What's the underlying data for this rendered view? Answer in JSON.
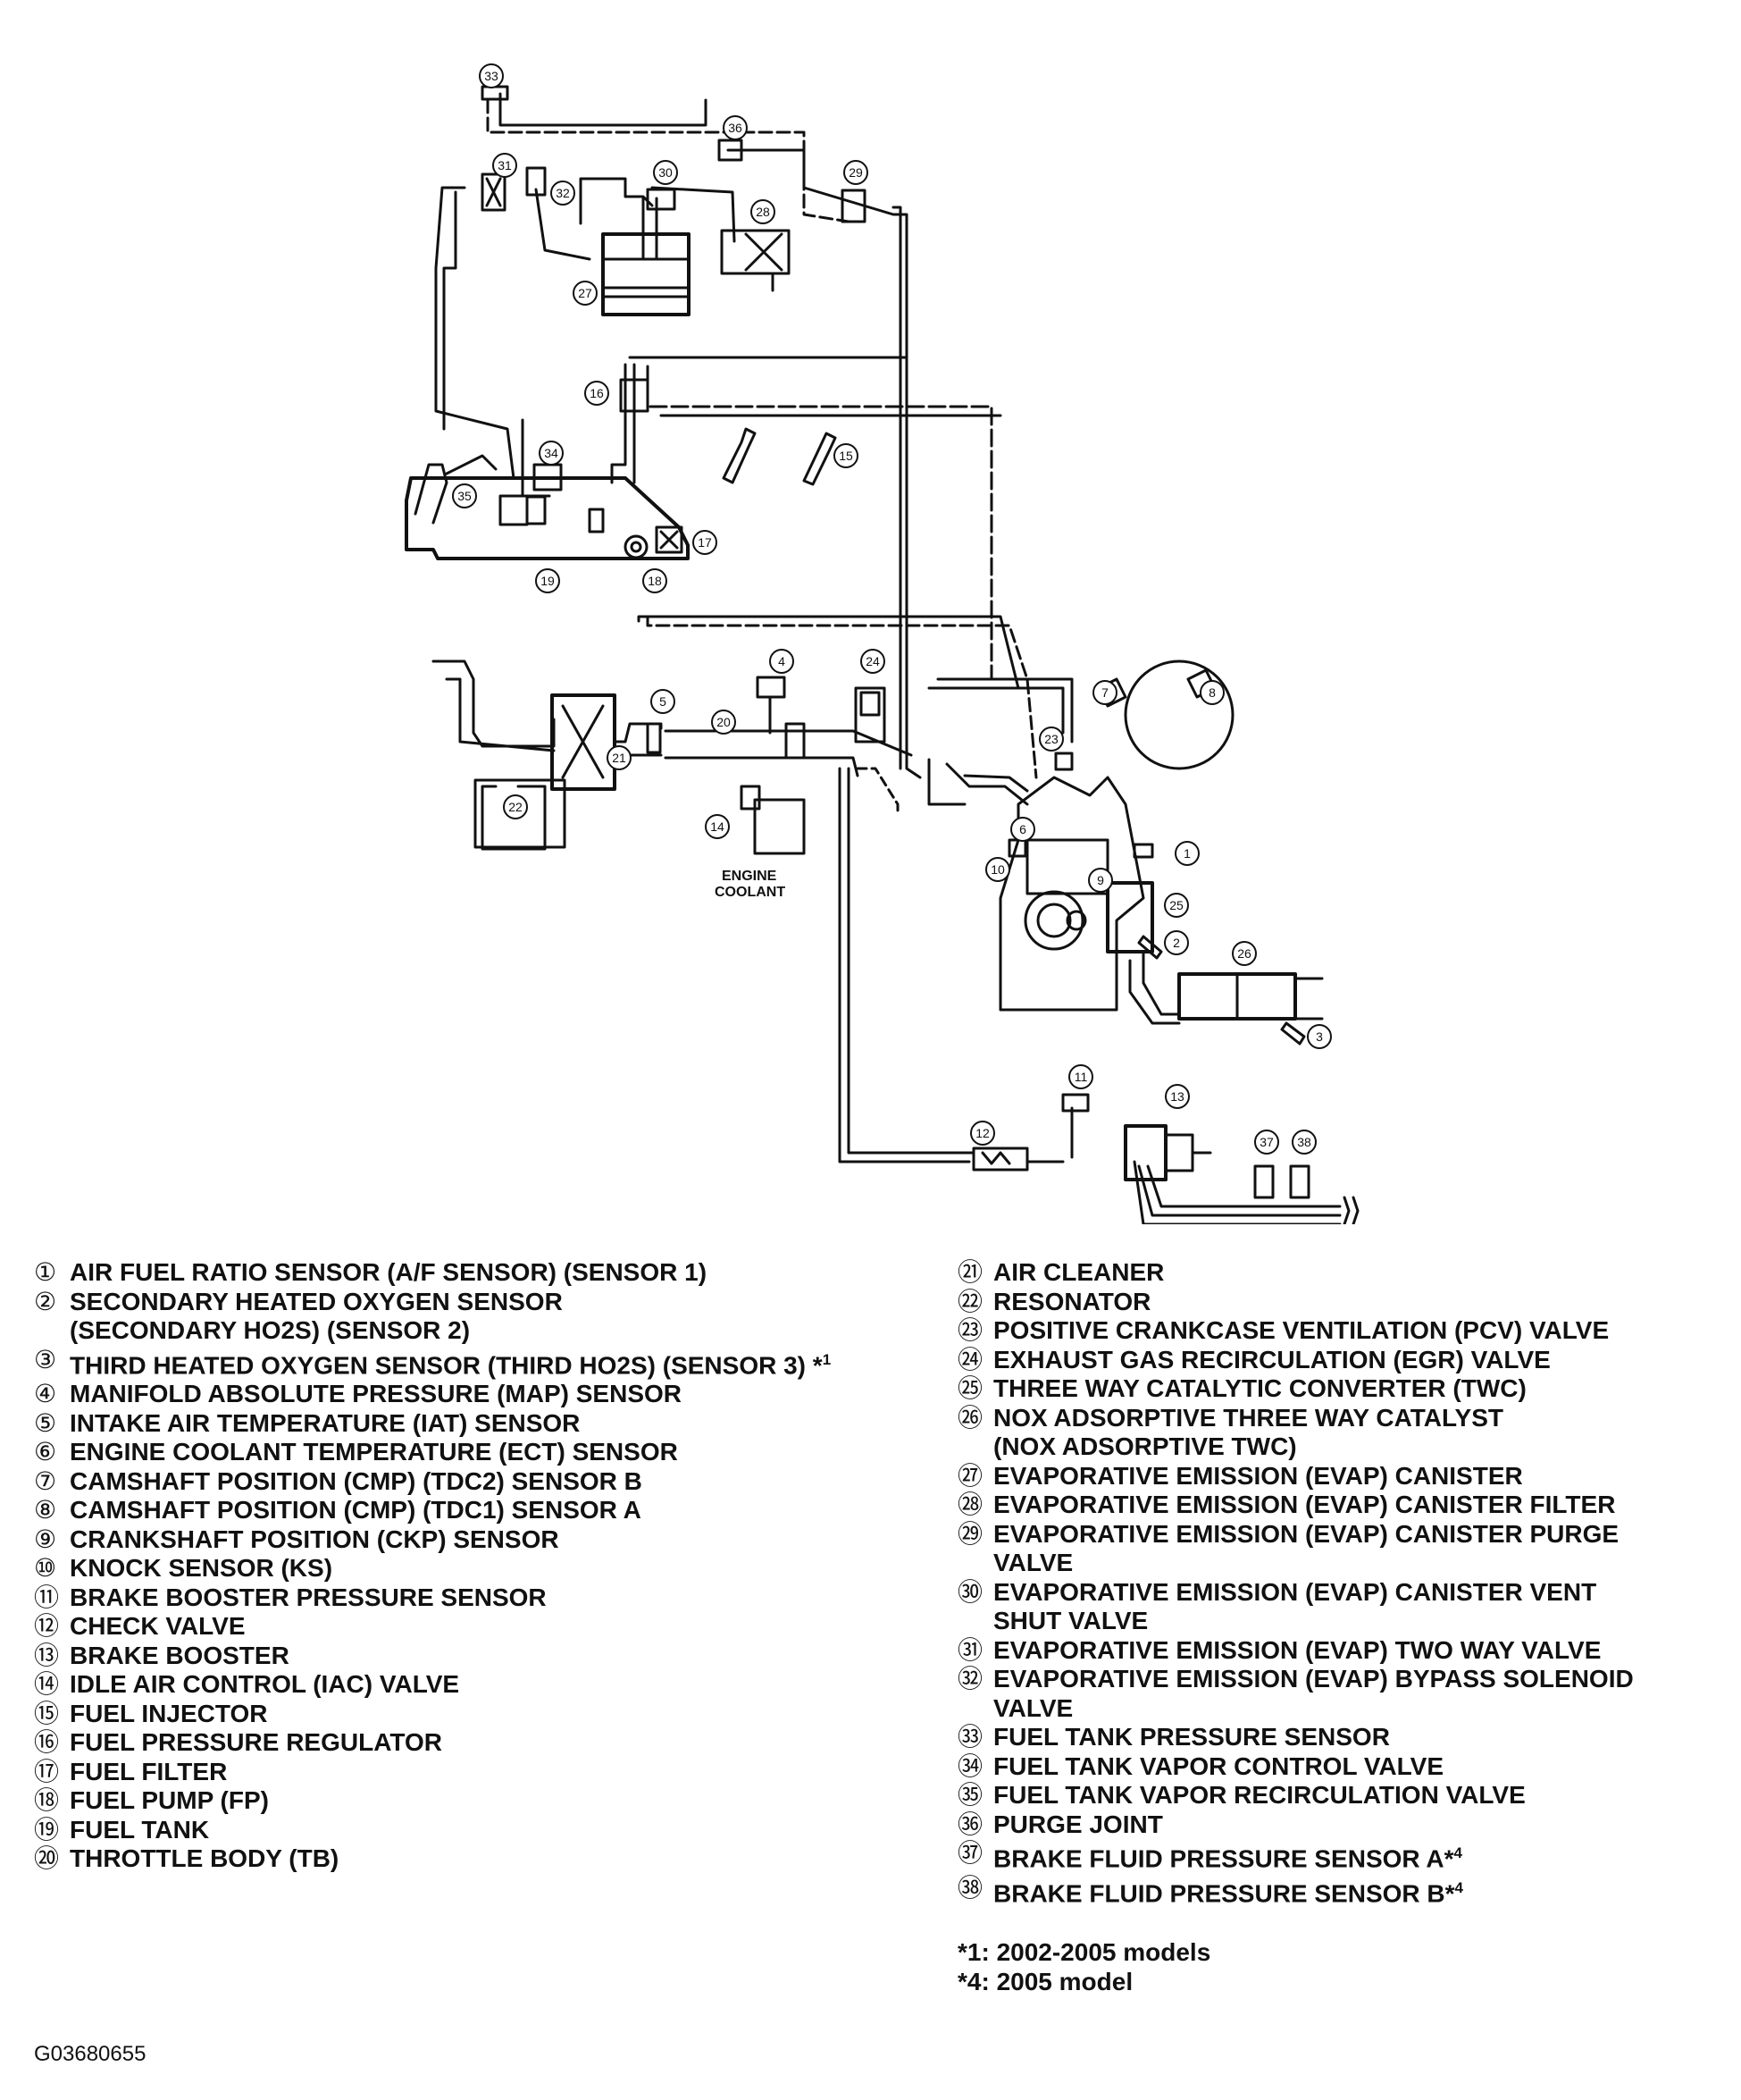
{
  "diagram": {
    "callout_numbers": [
      "1",
      "2",
      "3",
      "4",
      "5",
      "6",
      "7",
      "8",
      "9",
      "10",
      "11",
      "12",
      "13",
      "14",
      "15",
      "16",
      "17",
      "18",
      "19",
      "20",
      "21",
      "22",
      "23",
      "24",
      "25",
      "26",
      "27",
      "28",
      "29",
      "30",
      "31",
      "32",
      "33",
      "34",
      "35",
      "36",
      "37",
      "38"
    ],
    "engine_coolant_label": [
      "ENGINE",
      "COOLANT"
    ]
  },
  "legend": {
    "left": [
      {
        "num": "①",
        "text": "AIR FUEL RATIO SENSOR (A/F SENSOR) (SENSOR 1)"
      },
      {
        "num": "②",
        "text": "SECONDARY HEATED OXYGEN SENSOR\n(SECONDARY HO2S) (SENSOR 2)"
      },
      {
        "num": "③",
        "text": "THIRD HEATED OXYGEN SENSOR (THIRD HO2S) (SENSOR 3) *",
        "sup": "1"
      },
      {
        "num": "④",
        "text": "MANIFOLD ABSOLUTE PRESSURE (MAP) SENSOR"
      },
      {
        "num": "⑤",
        "text": "INTAKE AIR TEMPERATURE (IAT) SENSOR"
      },
      {
        "num": "⑥",
        "text": "ENGINE COOLANT TEMPERATURE (ECT) SENSOR"
      },
      {
        "num": "⑦",
        "text": "CAMSHAFT POSITION (CMP) (TDC2) SENSOR B"
      },
      {
        "num": "⑧",
        "text": "CAMSHAFT POSITION (CMP) (TDC1) SENSOR A"
      },
      {
        "num": "⑨",
        "text": "CRANKSHAFT POSITION (CKP) SENSOR"
      },
      {
        "num": "⑩",
        "text": "KNOCK SENSOR (KS)"
      },
      {
        "num": "⑪",
        "text": "BRAKE BOOSTER PRESSURE SENSOR"
      },
      {
        "num": "⑫",
        "text": "CHECK VALVE"
      },
      {
        "num": "⑬",
        "text": "BRAKE BOOSTER"
      },
      {
        "num": "⑭",
        "text": "IDLE AIR CONTROL (IAC) VALVE"
      },
      {
        "num": "⑮",
        "text": "FUEL INJECTOR"
      },
      {
        "num": "⑯",
        "text": "FUEL PRESSURE REGULATOR"
      },
      {
        "num": "⑰",
        "text": "FUEL FILTER"
      },
      {
        "num": "⑱",
        "text": "FUEL PUMP (FP)"
      },
      {
        "num": "⑲",
        "text": "FUEL TANK"
      },
      {
        "num": "⑳",
        "text": "THROTTLE BODY (TB)"
      }
    ],
    "right": [
      {
        "num": "㉑",
        "text": "AIR CLEANER"
      },
      {
        "num": "㉒",
        "text": "RESONATOR"
      },
      {
        "num": "㉓",
        "text": "POSITIVE CRANKCASE VENTILATION (PCV) VALVE"
      },
      {
        "num": "㉔",
        "text": "EXHAUST GAS RECIRCULATION (EGR) VALVE"
      },
      {
        "num": "㉕",
        "text": "THREE WAY CATALYTIC CONVERTER (TWC)"
      },
      {
        "num": "㉖",
        "text": "NOX ADSORPTIVE THREE WAY CATALYST\n(NOX ADSORPTIVE TWC)"
      },
      {
        "num": "㉗",
        "text": "EVAPORATIVE EMISSION (EVAP) CANISTER"
      },
      {
        "num": "㉘",
        "text": "EVAPORATIVE EMISSION (EVAP) CANISTER FILTER"
      },
      {
        "num": "㉙",
        "text": "EVAPORATIVE EMISSION (EVAP) CANISTER PURGE\nVALVE"
      },
      {
        "num": "㉚",
        "text": "EVAPORATIVE EMISSION (EVAP) CANISTER VENT\nSHUT VALVE"
      },
      {
        "num": "㉛",
        "text": "EVAPORATIVE EMISSION (EVAP) TWO WAY VALVE"
      },
      {
        "num": "㉜",
        "text": "EVAPORATIVE EMISSION (EVAP) BYPASS SOLENOID\nVALVE"
      },
      {
        "num": "㉝",
        "text": "FUEL TANK PRESSURE SENSOR"
      },
      {
        "num": "㉞",
        "text": "FUEL TANK VAPOR CONTROL VALVE"
      },
      {
        "num": "㉟",
        "text": "FUEL TANK VAPOR RECIRCULATION VALVE"
      },
      {
        "num": "㊱",
        "text": "PURGE JOINT"
      },
      {
        "num": "㊲",
        "text": "BRAKE FLUID PRESSURE SENSOR A*",
        "sup": "4"
      },
      {
        "num": "㊳",
        "text": "BRAKE FLUID PRESSURE SENSOR B*",
        "sup": "4"
      }
    ]
  },
  "notes": [
    "*1: 2002-2005 models",
    "*4: 2005 model"
  ],
  "figure_code": "G03680655"
}
